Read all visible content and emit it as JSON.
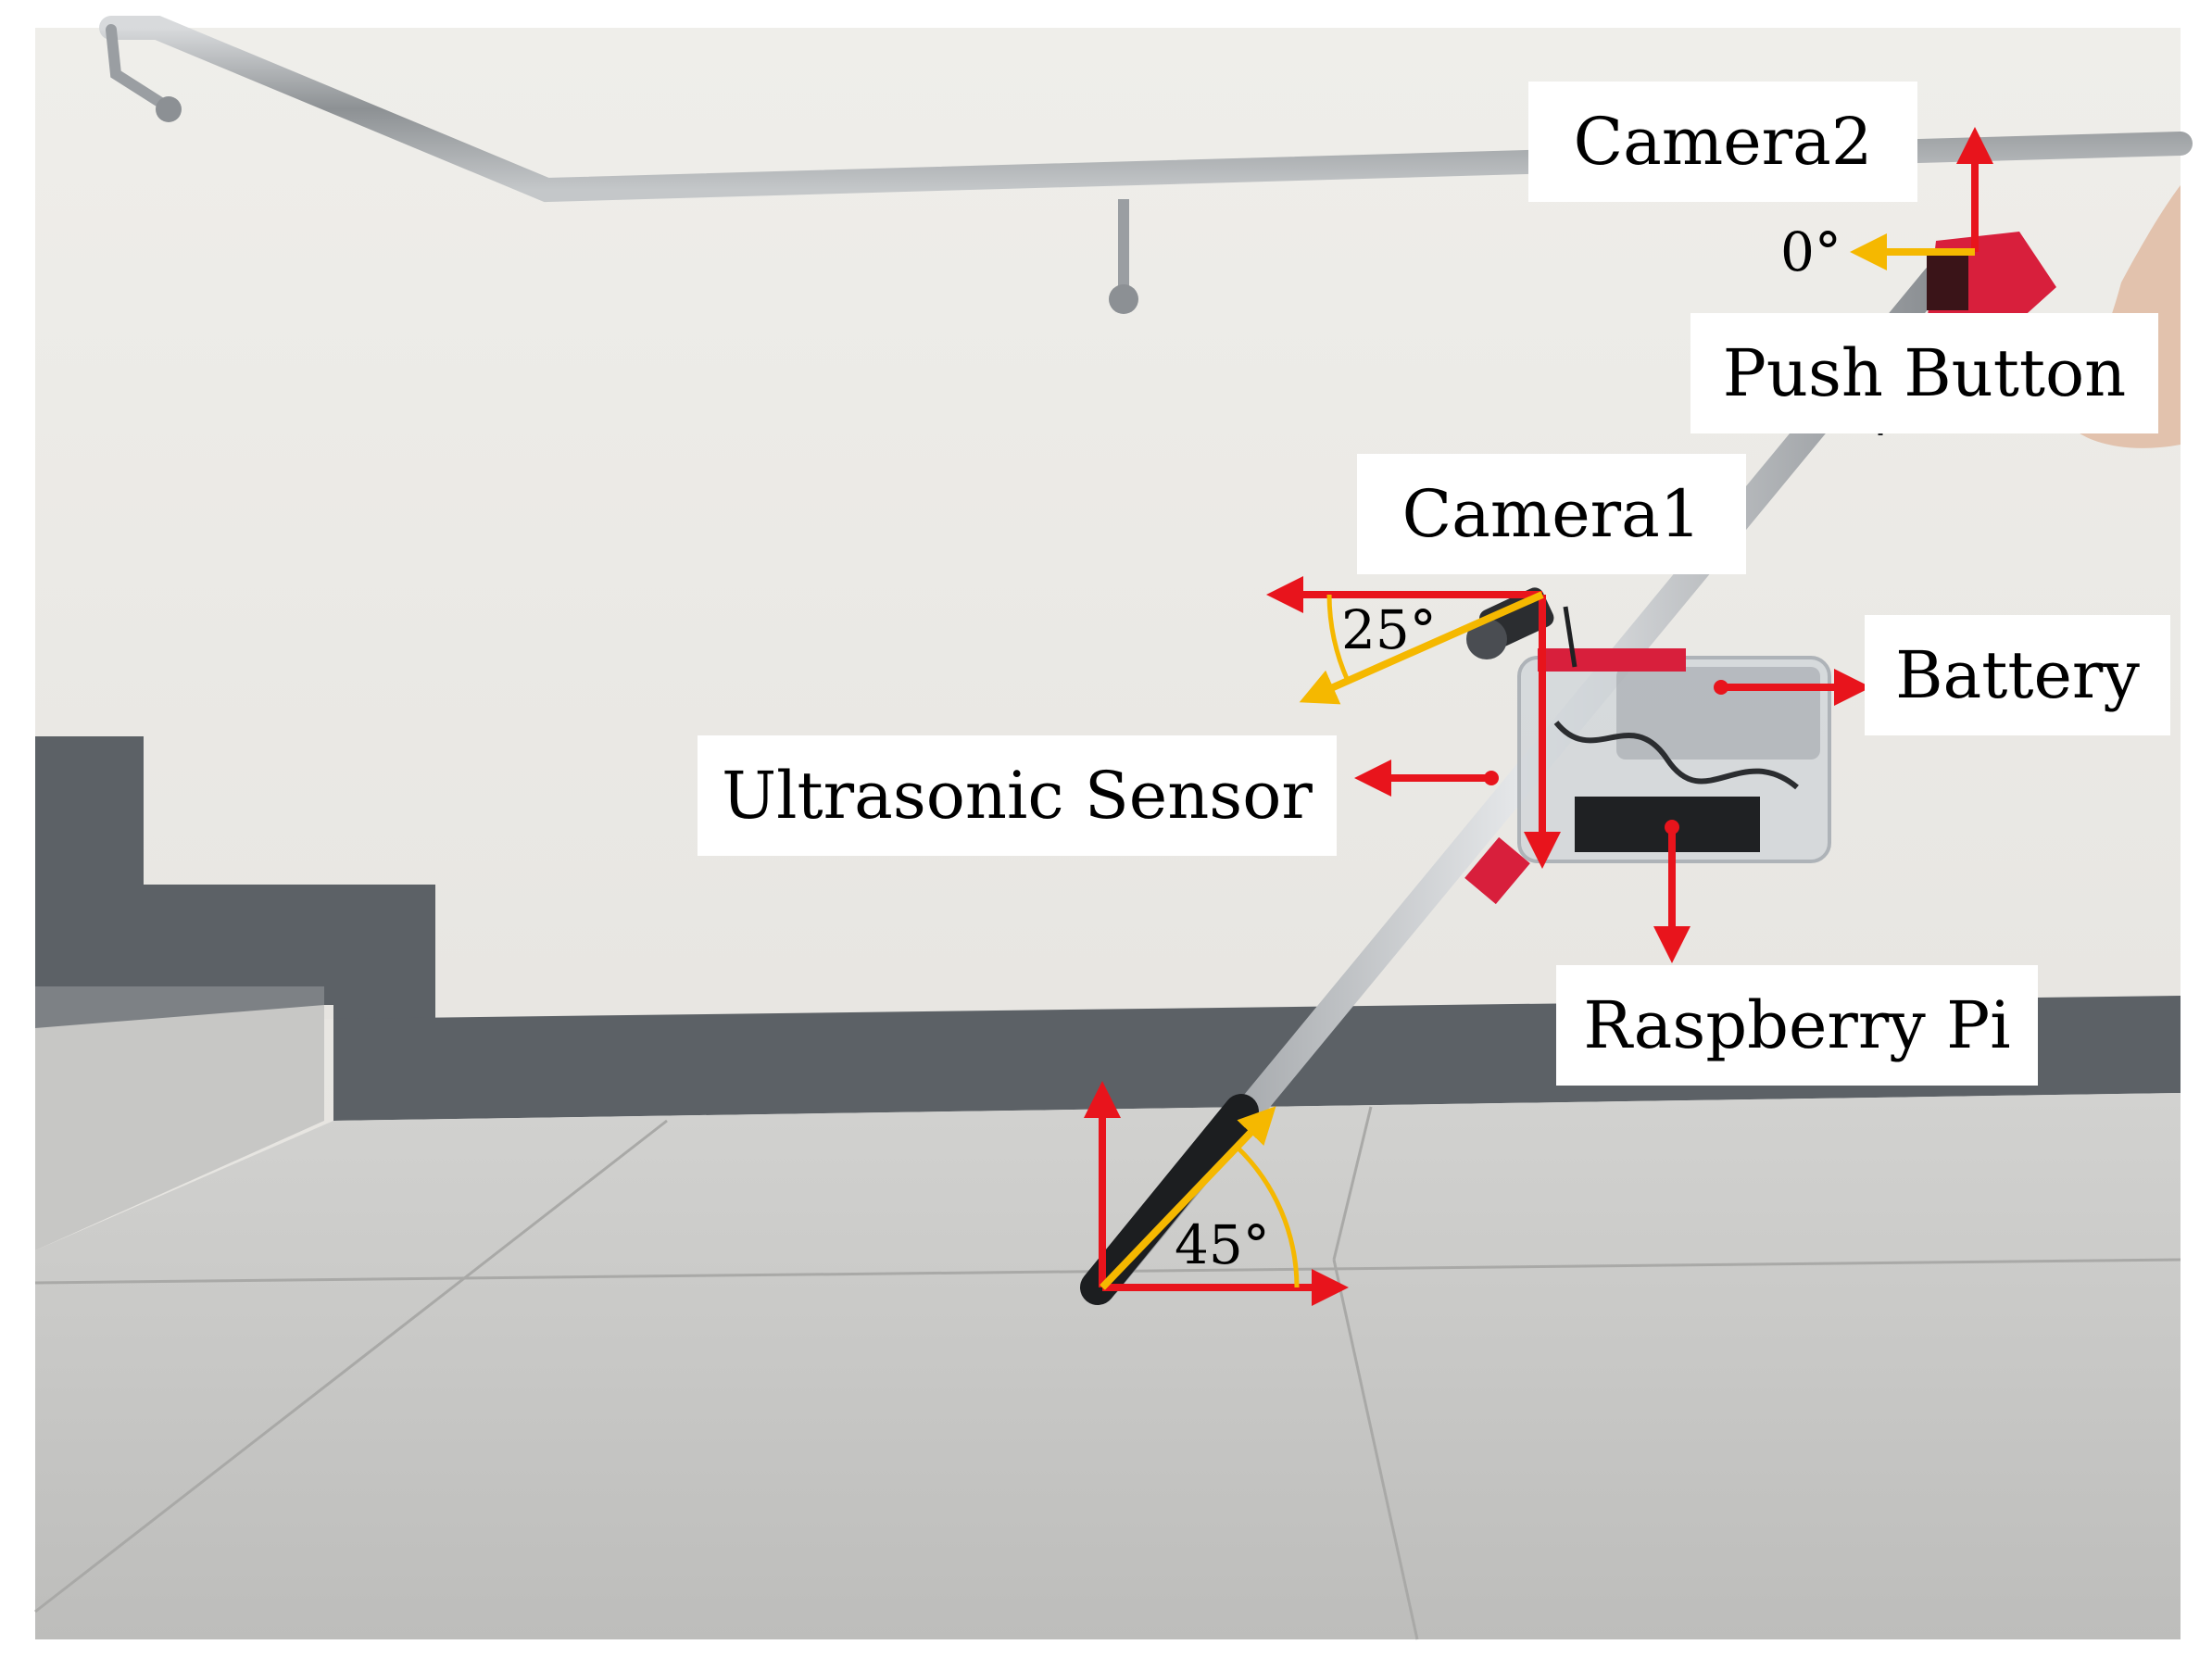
{
  "labels": {
    "camera2": "Camera2",
    "push_button": "Push Button",
    "camera1": "Camera1",
    "battery": "Battery",
    "ultrasonic_sensor": "Ultrasonic Sensor",
    "raspberry_pi": "Raspberry Pi"
  },
  "angles": {
    "camera2_angle": "0°",
    "camera1_angle": "25°",
    "cane_angle": "45°"
  },
  "colors": {
    "arrow_red": "#e8141c",
    "arrow_yellow": "#f5b800",
    "wall": "#eceae6",
    "floor": "#c9c9c7",
    "baseboard": "#5c6166",
    "rail": "#9a9ea2",
    "cane_shaft": "#b8bcc0",
    "accent_red": "#d81f3c"
  }
}
